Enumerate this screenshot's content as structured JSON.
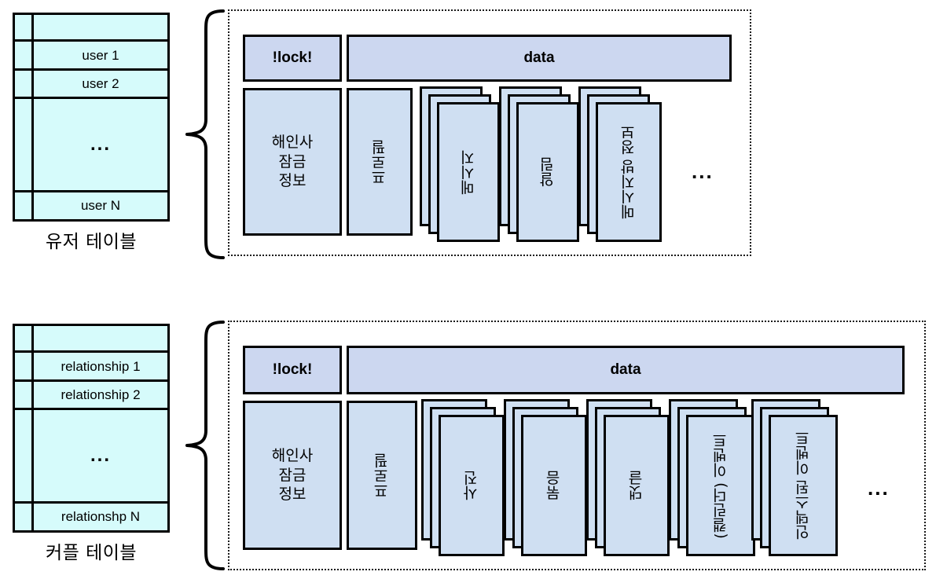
{
  "diagram": {
    "title_hidden": "",
    "colors": {
      "table_fill": "#d6fbfb",
      "header_fill": "#ccd7f0",
      "card_fill": "#cfdff2",
      "stroke": "#000000"
    },
    "sections": [
      {
        "id": "user-section",
        "table": {
          "caption": "유저 테이블",
          "rows": [
            "",
            "user 1",
            "user 2",
            "...",
            "user N"
          ]
        },
        "header": {
          "lock_label": "!lock!",
          "data_label": "data"
        },
        "columns": [
          {
            "label": "해인사\n잠금\n정보",
            "orientation": "horizontal",
            "stacked": false
          },
          {
            "label": "프로필",
            "orientation": "vertical",
            "stacked": false
          },
          {
            "label": "메시지",
            "orientation": "vertical",
            "stacked": true
          },
          {
            "label": "알림",
            "orientation": "vertical",
            "stacked": true
          },
          {
            "label": "메시지방 정보",
            "orientation": "vertical",
            "stacked": true
          }
        ],
        "trailing_ellipsis": "..."
      },
      {
        "id": "couple-section",
        "table": {
          "caption": "커플 테이블",
          "rows": [
            "",
            "relationship 1",
            "relationship 2",
            "...",
            "relationshp N"
          ]
        },
        "header": {
          "lock_label": "!lock!",
          "data_label": "data"
        },
        "columns": [
          {
            "label": "해인사\n잠금\n정보",
            "orientation": "horizontal",
            "stacked": false
          },
          {
            "label": "프로필",
            "orientation": "vertical",
            "stacked": false
          },
          {
            "label": "사진",
            "orientation": "vertical",
            "stacked": true
          },
          {
            "label": "묶음",
            "orientation": "vertical",
            "stacked": true
          },
          {
            "label": "댓글",
            "orientation": "vertical",
            "stacked": true
          },
          {
            "label": "(캘린더) 이벤트",
            "orientation": "vertical",
            "stacked": true
          },
          {
            "label": "인덱스된 이벤트",
            "orientation": "vertical",
            "stacked": true
          }
        ],
        "trailing_ellipsis": "..."
      }
    ]
  }
}
